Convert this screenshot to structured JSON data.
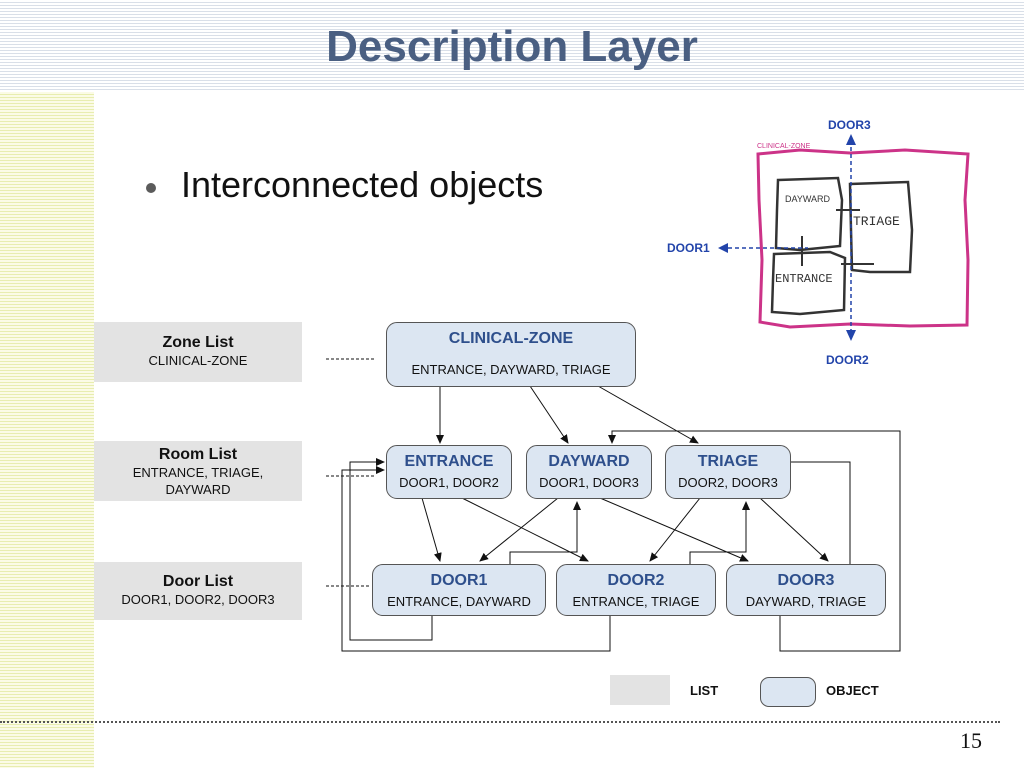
{
  "slide": {
    "title": "Description Layer",
    "bullet": "Interconnected objects",
    "page_number": "15"
  },
  "lists": {
    "zone": {
      "title": "Zone List",
      "items": "CLINICAL-ZONE"
    },
    "room": {
      "title": "Room List",
      "items_line1": "ENTRANCE, TRIAGE,",
      "items_line2": "DAYWARD"
    },
    "door": {
      "title": "Door List",
      "items": "DOOR1, DOOR2, DOOR3"
    }
  },
  "objects": {
    "clinical_zone": {
      "title": "CLINICAL-ZONE",
      "sub": "ENTRANCE,  DAYWARD, TRIAGE"
    },
    "entrance": {
      "title": "ENTRANCE",
      "sub": "DOOR1, DOOR2"
    },
    "dayward": {
      "title": "DAYWARD",
      "sub": "DOOR1, DOOR3"
    },
    "triage": {
      "title": "TRIAGE",
      "sub": "DOOR2, DOOR3"
    },
    "door1": {
      "title": "DOOR1",
      "sub": "ENTRANCE, DAYWARD"
    },
    "door2": {
      "title": "DOOR2",
      "sub": "ENTRANCE, TRIAGE"
    },
    "door3": {
      "title": "DOOR3",
      "sub": "DAYWARD, TRIAGE"
    }
  },
  "legend": {
    "list_label": "LIST",
    "object_label": "OBJECT"
  },
  "sketch": {
    "zone_label": "CLINICAL-ZONE",
    "door3": "DOOR3",
    "door1": "DOOR1",
    "door2": "DOOR2",
    "dayward": "DAYWARD",
    "triage": "TRIAGE",
    "entrance": "ENTRANCE"
  },
  "colors": {
    "title": "#4a5f82",
    "object_fill": "#dce6f2",
    "object_title": "#2e4f8c",
    "list_fill": "#e3e3e3",
    "zone_border": "#cc3388",
    "door_arrow": "#2244aa"
  }
}
